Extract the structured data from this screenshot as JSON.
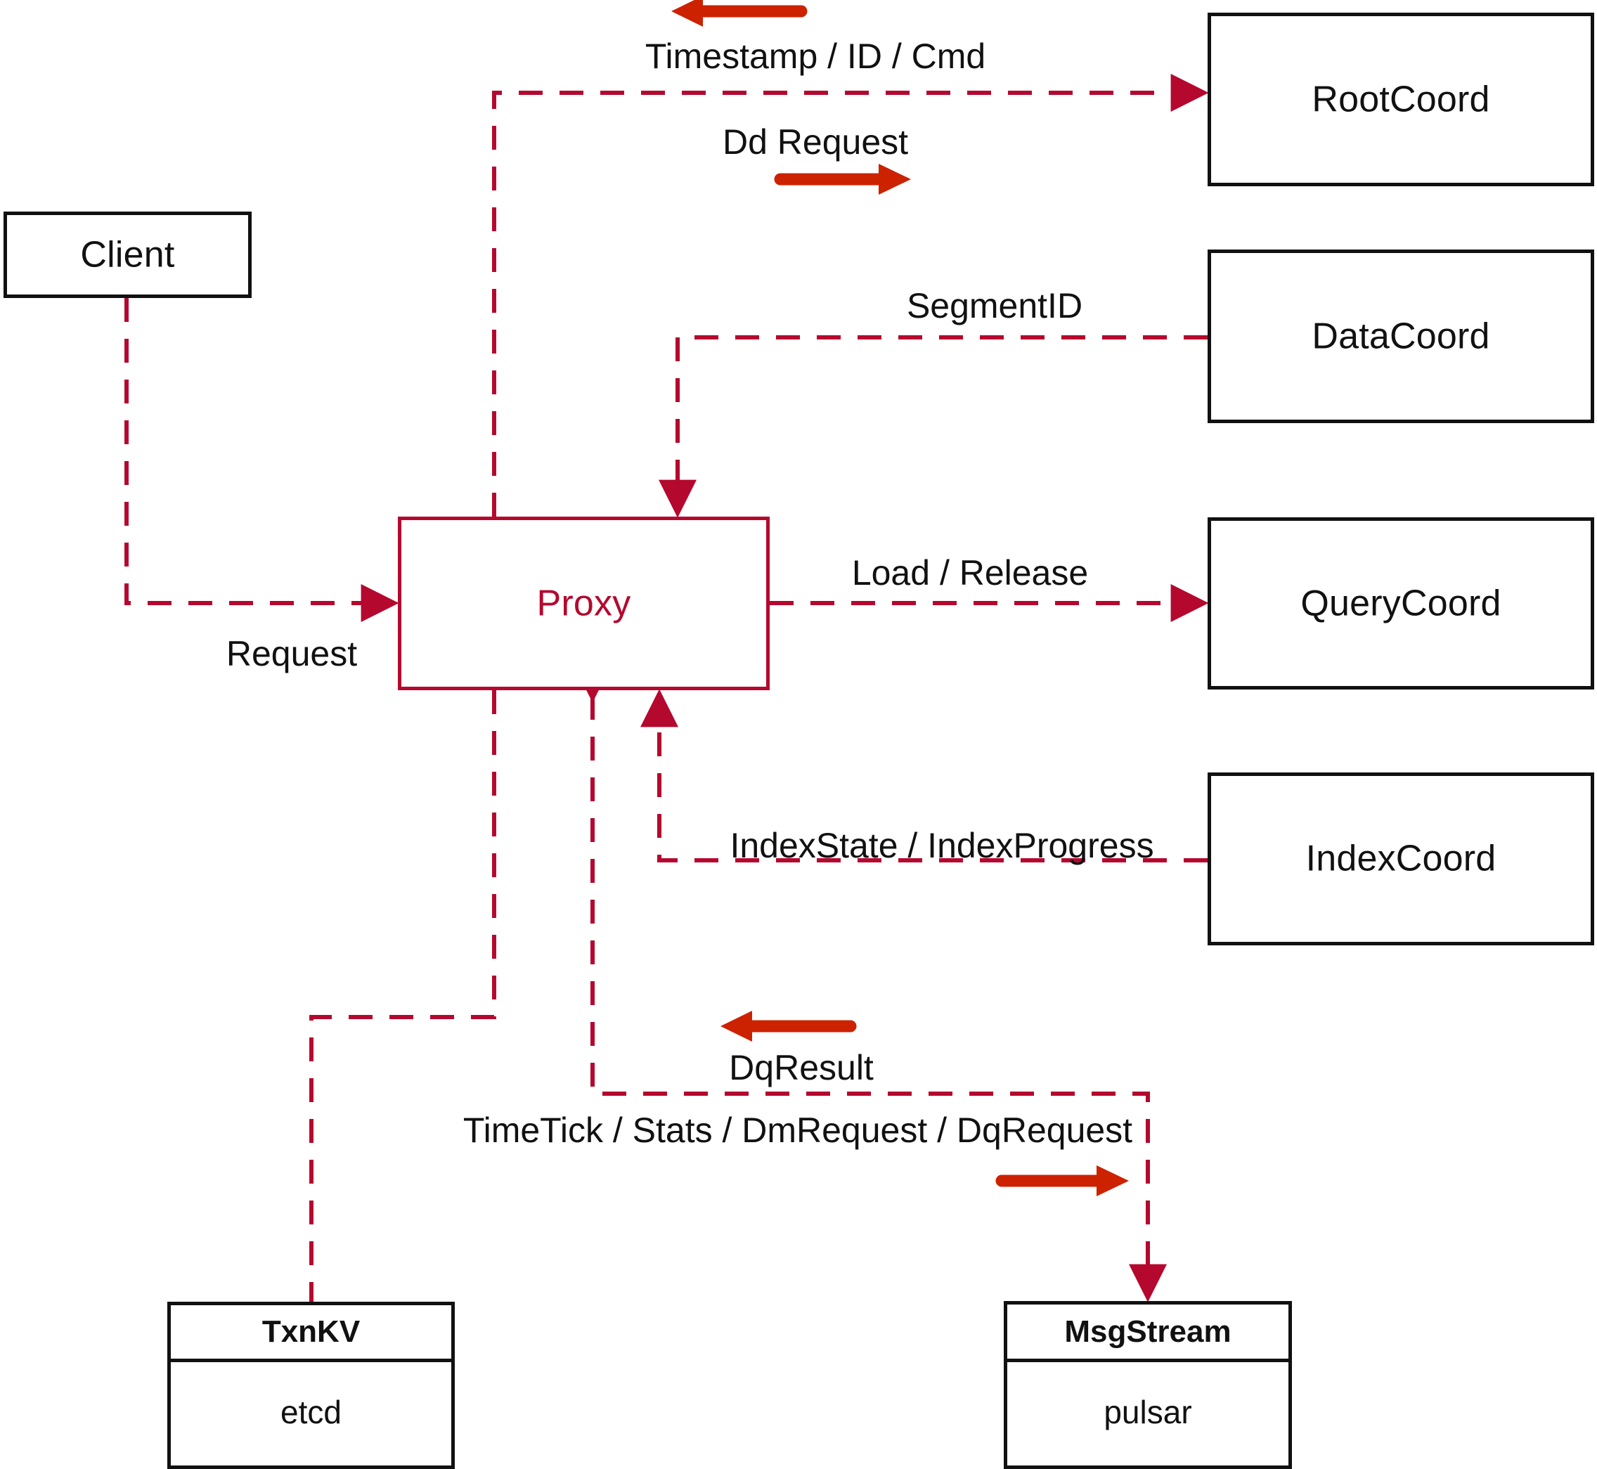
{
  "diagram": {
    "title": "Milvus Proxy interaction diagram",
    "colors": {
      "node_border": "#111111",
      "proxy_border": "#b5082e",
      "wire": "#b5082e",
      "solid_arrow": "#cc2200",
      "background": "#ffffff",
      "label_text": "#111111"
    }
  },
  "nodes": {
    "client": {
      "label": "Client"
    },
    "proxy": {
      "label": "Proxy"
    },
    "root_coord": {
      "label": "RootCoord"
    },
    "data_coord": {
      "label": "DataCoord"
    },
    "query_coord": {
      "label": "QueryCoord"
    },
    "index_coord": {
      "label": "IndexCoord"
    },
    "txnkv": {
      "header": "TxnKV",
      "body": "etcd"
    },
    "msgstream": {
      "header": "MsgStream",
      "body": "pulsar"
    }
  },
  "edge_labels": {
    "timestamp_id_cmd": "Timestamp / ID / Cmd",
    "dd_request": "Dd Request",
    "segment_id": "SegmentID",
    "request": "Request",
    "load_release": "Load / Release",
    "index_state_progress": "IndexState / IndexProgress",
    "dq_result": "DqResult",
    "timetick_stats": "TimeTick / Stats / DmRequest / DqRequest"
  },
  "direction_markers": {
    "timestamp_arrow": "arrow-left-icon",
    "dd_request_arrow": "arrow-right-icon",
    "dq_result_arrow": "arrow-left-icon",
    "timetick_arrow": "arrow-right-icon"
  }
}
